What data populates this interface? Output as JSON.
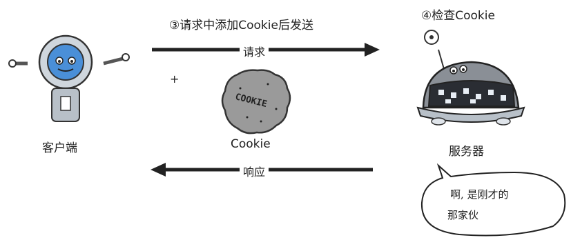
{
  "step3": "③请求中添加Cookie后发送",
  "step4": "④检查Cookie",
  "arrows": {
    "request_label": "请求",
    "response_label": "响应"
  },
  "plus": "+",
  "client": {
    "label": "客户端"
  },
  "cookie": {
    "label": "Cookie",
    "text_on_cookie": "COOKIE"
  },
  "server": {
    "label": "服务器"
  },
  "speech_bubble": {
    "line1": "啊, 是刚才的",
    "line2": "那家伙"
  },
  "colors": {
    "ink": "#222222",
    "robot_face": "#4a8fd8",
    "robot_body": "#b8c0c8",
    "server_body": "#8a8f96",
    "cookie": "#9a9a9a"
  }
}
